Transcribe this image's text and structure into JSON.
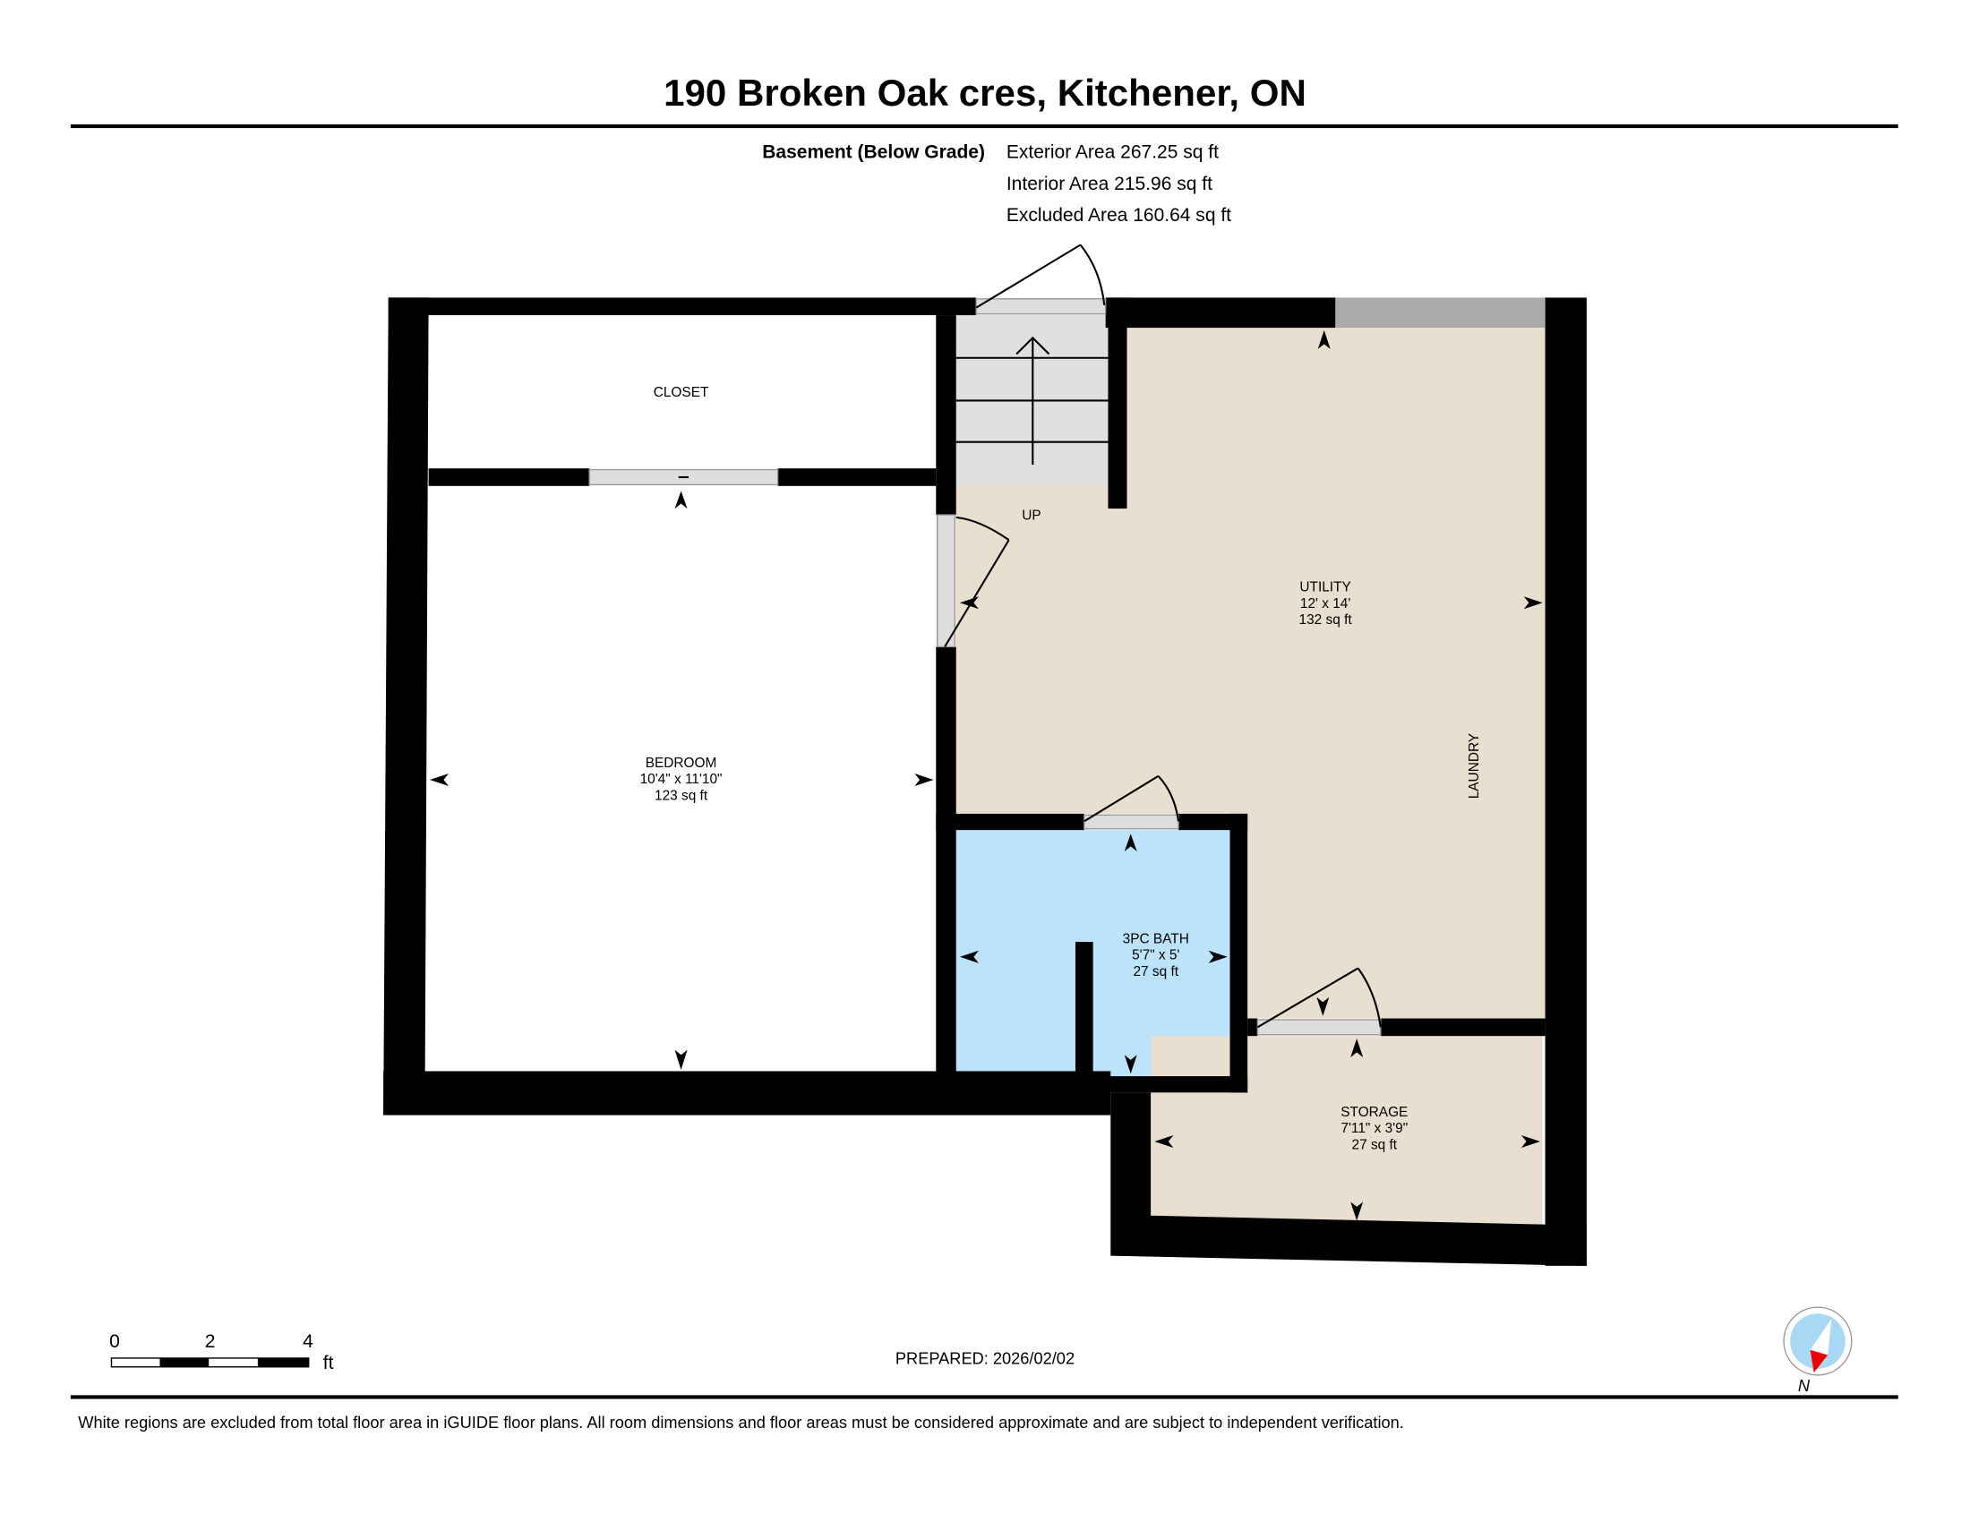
{
  "title": "190 Broken Oak cres, Kitchener, ON",
  "level": {
    "name": "Basement (Below Grade)",
    "exterior_area": "Exterior Area 267.25 sq ft",
    "interior_area": "Interior Area 215.96 sq ft",
    "excluded_area": "Excluded Area 160.64 sq ft"
  },
  "rooms": {
    "closet": {
      "name": "CLOSET"
    },
    "up": {
      "name": "UP"
    },
    "utility": {
      "name": "UTILITY",
      "dims": "12' x 14'",
      "area": "132 sq ft"
    },
    "laundry": {
      "name": "LAUNDRY"
    },
    "bedroom": {
      "name": "BEDROOM",
      "dims": "10'4\" x 11'10\"",
      "area": "123 sq ft"
    },
    "bath": {
      "name": "3PC BATH",
      "dims": "5'7\" x 5'",
      "area": "27 sq ft"
    },
    "storage": {
      "name": "STORAGE",
      "dims": "7'11\" x 3'9\"",
      "area": "27 sq ft"
    }
  },
  "colors": {
    "utility": "#e8dfd0",
    "bath": "#bde3fb",
    "stairs": "#e0e0e0",
    "wall": "#000000"
  },
  "scale": {
    "t0": "0",
    "t2": "2",
    "t4": "4",
    "unit": "ft"
  },
  "prepared": "PREPARED: 2026/02/02",
  "compass": {
    "label": "N"
  },
  "footer": "White regions are excluded from total floor area in iGUIDE floor plans. All room dimensions and floor areas must be considered approximate and are subject to independent verification."
}
